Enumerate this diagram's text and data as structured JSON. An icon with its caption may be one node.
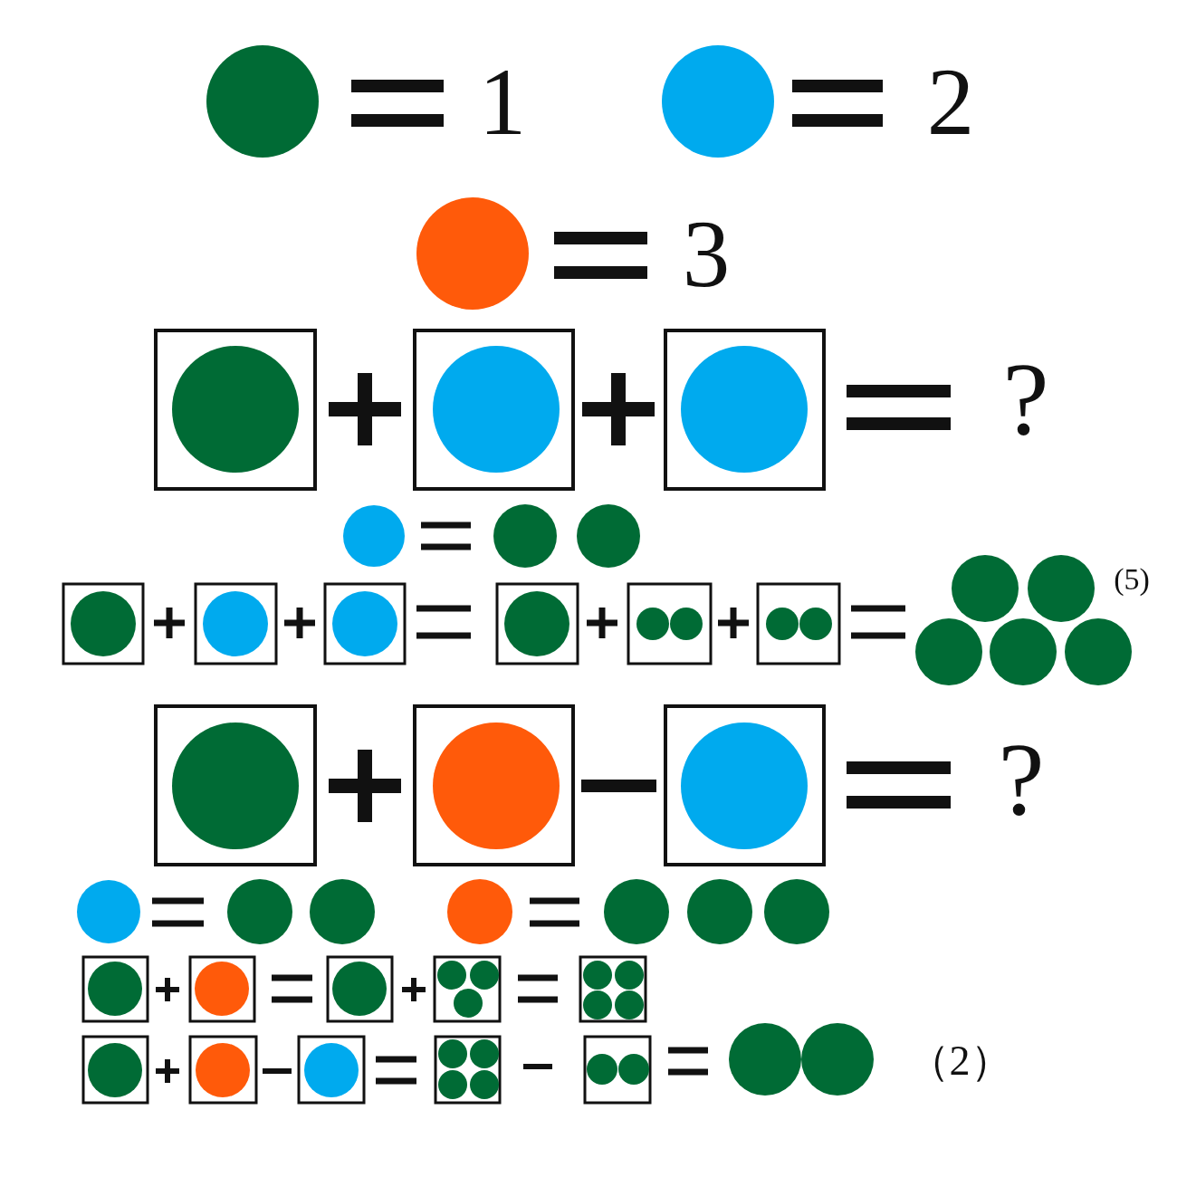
{
  "diagram": {
    "labels": [
      "?",
      "(5)",
      "?",
      "（2）"
    ],
    "legend": [
      {
        "text": "1",
        "color": "#006b35"
      },
      {
        "text": "2",
        "color": "#00aaee"
      },
      {
        "text": "3",
        "color": "#ff5a0a"
      }
    ]
  }
}
